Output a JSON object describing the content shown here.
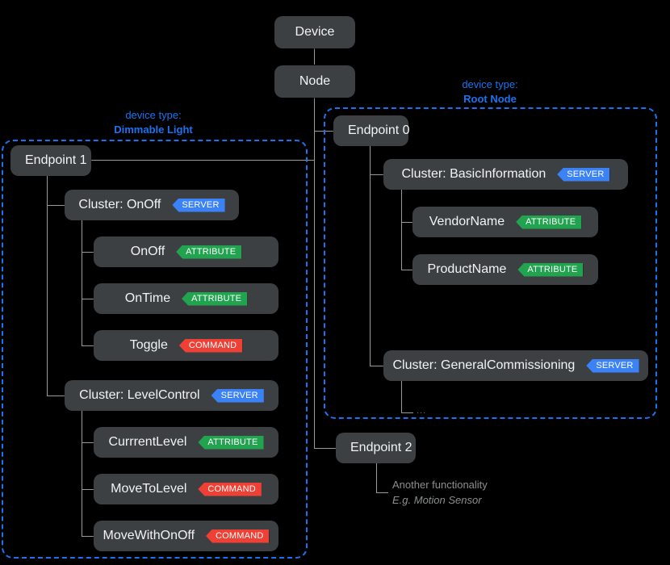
{
  "diagram": {
    "title": "Matter device data model tree",
    "colors": {
      "background": "#000000",
      "node_fill": "#3c4043",
      "node_text": "#f1f3f4",
      "line": "#9a9a9a",
      "group_border": "#1a73f0",
      "group_label": "#1a73f0",
      "badge_server": "#3b82f6",
      "badge_attribute": "#22a350",
      "badge_command": "#ef4036",
      "annotation_text": "#8b8e90"
    }
  },
  "root": {
    "device_label": "Device",
    "node_label": "Node"
  },
  "groups": [
    {
      "id": "dimmable-light",
      "device_type_prefix": "device type:",
      "device_type_name": "Dimmable Light"
    },
    {
      "id": "root-node",
      "device_type_prefix": "device type:",
      "device_type_name": "Root Node"
    }
  ],
  "endpoints": [
    {
      "id": "endpoint-1",
      "label": "Endpoint 1",
      "clusters": [
        {
          "id": "cluster-onoff",
          "label": "Cluster: OnOff",
          "badge": "SERVER",
          "badge_kind": "server",
          "children": [
            {
              "id": "attr-onoff",
              "label": "OnOff",
              "badge": "ATTRIBUTE",
              "badge_kind": "attribute"
            },
            {
              "id": "attr-ontime",
              "label": "OnTime",
              "badge": "ATTRIBUTE",
              "badge_kind": "attribute"
            },
            {
              "id": "cmd-toggle",
              "label": "Toggle",
              "badge": "COMMAND",
              "badge_kind": "command"
            }
          ]
        },
        {
          "id": "cluster-levelcontrol",
          "label": "Cluster: LevelControl",
          "badge": "SERVER",
          "badge_kind": "server",
          "children": [
            {
              "id": "attr-currentlevel",
              "label": "CurrrentLevel",
              "badge": "ATTRIBUTE",
              "badge_kind": "attribute"
            },
            {
              "id": "cmd-movetolevel",
              "label": "MoveToLevel",
              "badge": "COMMAND",
              "badge_kind": "command"
            },
            {
              "id": "cmd-movewithonoff",
              "label": "MoveWithOnOff",
              "badge": "COMMAND",
              "badge_kind": "command"
            }
          ]
        }
      ]
    },
    {
      "id": "endpoint-0",
      "label": "Endpoint 0",
      "clusters": [
        {
          "id": "cluster-basicinformation",
          "label": "Cluster: BasicInformation",
          "badge": "SERVER",
          "badge_kind": "server",
          "children": [
            {
              "id": "attr-vendorname",
              "label": "VendorName",
              "badge": "ATTRIBUTE",
              "badge_kind": "attribute"
            },
            {
              "id": "attr-productname",
              "label": "ProductName",
              "badge": "ATTRIBUTE",
              "badge_kind": "attribute"
            }
          ]
        },
        {
          "id": "cluster-generalcommissioning",
          "label": "Cluster: GeneralCommissioning",
          "badge": "SERVER",
          "badge_kind": "server",
          "children": [],
          "more_indicator": "..."
        }
      ]
    },
    {
      "id": "endpoint-2",
      "label": "Endpoint 2",
      "annotation_line1": "Another functionality",
      "annotation_line2": "E.g. Motion Sensor"
    }
  ]
}
